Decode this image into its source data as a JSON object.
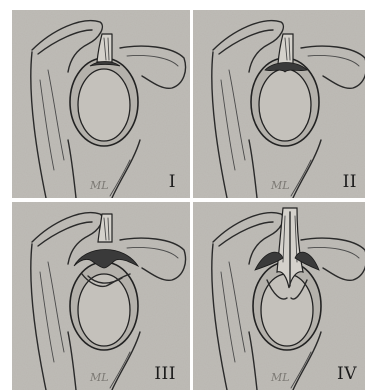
{
  "panels": [
    {
      "label": "I",
      "signature": "ML"
    },
    {
      "label": "II",
      "signature": "ML"
    },
    {
      "label": "III",
      "signature": "ML"
    },
    {
      "label": "IV",
      "signature": "ML"
    }
  ],
  "colors": {
    "background": "#b9b6b0",
    "ink": "#2a2a2a"
  }
}
